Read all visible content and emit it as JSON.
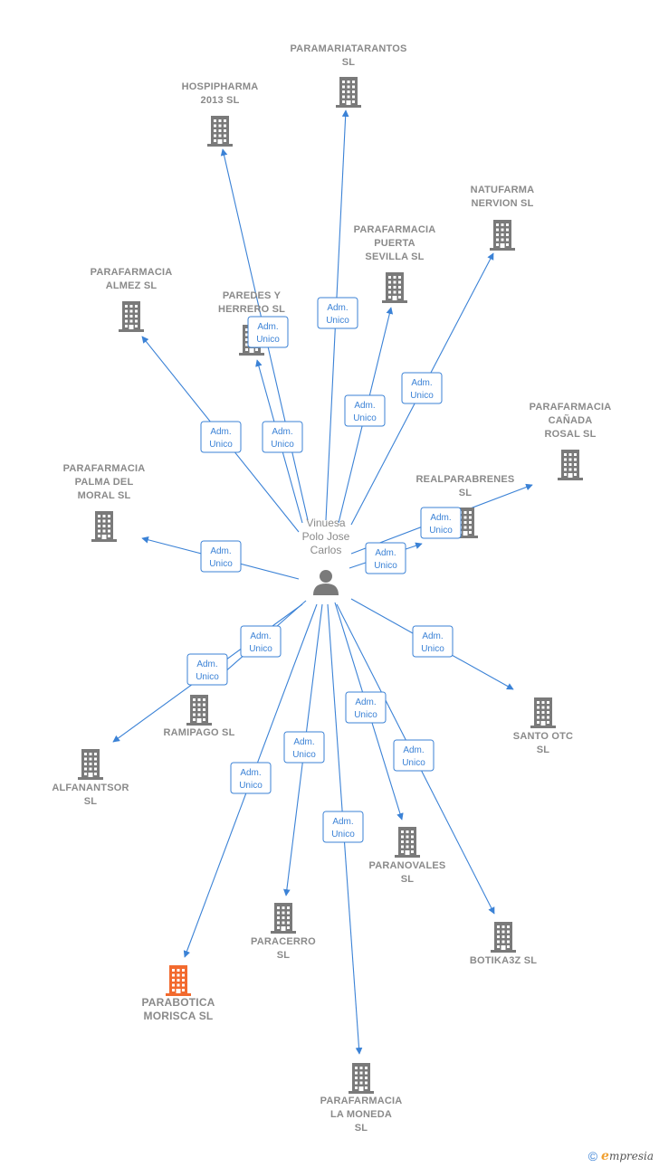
{
  "colors": {
    "edge": "#3b82d6",
    "building": "#7a7a7a",
    "highlight": "#f26a2e",
    "person": "#7a7a7a",
    "label": "#8a8a8a"
  },
  "person": {
    "id": "person",
    "lines": [
      "Vinuesa",
      "Polo Jose",
      "Carlos"
    ],
    "icon": "person-icon"
  },
  "companies": [
    {
      "id": "paramariatarantos",
      "lines": [
        "PARAMARIATARANTOS",
        "SL"
      ],
      "highlight": false
    },
    {
      "id": "hospipharma",
      "lines": [
        "HOSPIPHARMA",
        "2013  SL"
      ],
      "highlight": false
    },
    {
      "id": "natufarma",
      "lines": [
        "NATUFARMA",
        "NERVION  SL"
      ],
      "highlight": false
    },
    {
      "id": "puerta-sevilla",
      "lines": [
        "PARAFARMACIA",
        "PUERTA",
        "SEVILLA  SL"
      ],
      "highlight": false
    },
    {
      "id": "almez",
      "lines": [
        "PARAFARMACIA",
        "ALMEZ  SL"
      ],
      "highlight": false
    },
    {
      "id": "paredes",
      "lines": [
        "PAREDES Y",
        "HERRERO  SL"
      ],
      "highlight": false
    },
    {
      "id": "canada-rosal",
      "lines": [
        "PARAFARMACIA",
        "CAÑADA",
        "ROSAL  SL"
      ],
      "highlight": false
    },
    {
      "id": "realparabrenes",
      "lines": [
        "REALPARABRENES",
        "SL"
      ],
      "highlight": false
    },
    {
      "id": "palma-moral",
      "lines": [
        "PARAFARMACIA",
        "PALMA DEL",
        "MORAL  SL"
      ],
      "highlight": false
    },
    {
      "id": "ramipago",
      "lines": [
        "RAMIPAGO  SL"
      ],
      "highlight": false
    },
    {
      "id": "santo-otc",
      "lines": [
        "SANTO OTC",
        "SL"
      ],
      "highlight": false
    },
    {
      "id": "alfanantsor",
      "lines": [
        "ALFANANTSOR",
        "SL"
      ],
      "highlight": false
    },
    {
      "id": "paranovales",
      "lines": [
        "PARANOVALES",
        "SL"
      ],
      "highlight": false
    },
    {
      "id": "paracerro",
      "lines": [
        "PARACERRO",
        "SL"
      ],
      "highlight": false
    },
    {
      "id": "botika3z",
      "lines": [
        "BOTIKA3Z  SL"
      ],
      "highlight": false
    },
    {
      "id": "parabotica",
      "lines": [
        "PARABOTICA",
        "MORISCA  SL"
      ],
      "highlight": true
    },
    {
      "id": "la-moneda",
      "lines": [
        "PARAFARMACIA",
        "LA MONEDA",
        "SL"
      ],
      "highlight": false
    }
  ],
  "edges": [
    {
      "to": "paramariatarantos",
      "label": [
        "Adm.",
        "Unico"
      ]
    },
    {
      "to": "hospipharma",
      "label": [
        "Adm.",
        "Unico"
      ]
    },
    {
      "to": "natufarma",
      "label": [
        "Adm.",
        "Unico"
      ]
    },
    {
      "to": "puerta-sevilla",
      "label": [
        "Adm.",
        "Unico"
      ]
    },
    {
      "to": "almez",
      "label": [
        "Adm.",
        "Unico"
      ]
    },
    {
      "to": "paredes",
      "label": [
        "Adm.",
        "Unico"
      ]
    },
    {
      "to": "canada-rosal",
      "label": [
        "Adm.",
        "Unico"
      ]
    },
    {
      "to": "realparabrenes",
      "label": [
        "Adm.",
        "Unico"
      ]
    },
    {
      "to": "palma-moral",
      "label": [
        "Adm.",
        "Unico"
      ]
    },
    {
      "to": "ramipago",
      "label": [
        "Adm.",
        "Unico"
      ]
    },
    {
      "to": "santo-otc",
      "label": [
        "Adm.",
        "Unico"
      ]
    },
    {
      "to": "alfanantsor",
      "label": [
        "Adm.",
        "Unico"
      ]
    },
    {
      "to": "paranovales",
      "label": [
        "Adm.",
        "Unico"
      ]
    },
    {
      "to": "paracerro",
      "label": [
        "Adm.",
        "Unico"
      ]
    },
    {
      "to": "botika3z",
      "label": [
        "Adm.",
        "Unico"
      ]
    },
    {
      "to": "parabotica",
      "label": [
        "Adm.",
        "Unico"
      ]
    },
    {
      "to": "la-moneda",
      "label": [
        "Adm.",
        "Unico"
      ]
    }
  ],
  "footer": {
    "copyright": "©",
    "brand_initial": "e",
    "brand_rest": "mpresia"
  }
}
